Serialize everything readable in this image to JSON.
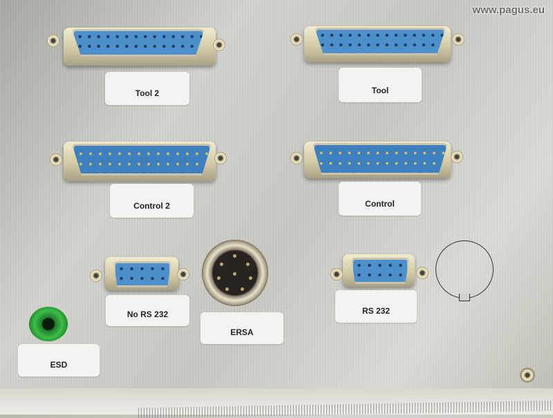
{
  "watermark": "www.pagus.eu",
  "labels": {
    "tool2": "Tool 2",
    "tool": "Tool",
    "control2": "Control 2",
    "control": "Control",
    "no_rs232": "No RS 232",
    "ersa": "ERSA",
    "rs232": "RS 232",
    "esd": "ESD"
  },
  "colors": {
    "connector_blue": "#4f93cf",
    "jack_green": "#3cbd48",
    "panel": "#cfcec8"
  }
}
